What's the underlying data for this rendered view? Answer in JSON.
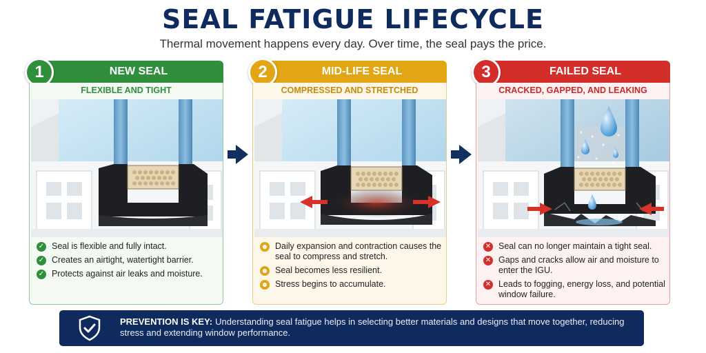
{
  "title": "SEAL FATIGUE LIFECYCLE",
  "subtitle": "Thermal movement happens every day. Over time, the seal pays the price.",
  "stages": [
    {
      "number": "1",
      "name": "NEW SEAL",
      "caption": "FLEXIBLE AND TIGHT",
      "color": "#2f8f3a",
      "bullets": [
        "Seal is flexible and fully intact.",
        "Creates an airtight, watertight barrier.",
        "Protects against air leaks and moisture."
      ]
    },
    {
      "number": "2",
      "name": "MID-LIFE SEAL",
      "caption": "COMPRESSED AND STRETCHED",
      "color": "#e2a513",
      "bullets": [
        "Daily expansion and contraction causes the seal to compress and stretch.",
        "Seal becomes less resilient.",
        "Stress begins to accumulate."
      ]
    },
    {
      "number": "3",
      "name": "FAILED SEAL",
      "caption": "CRACKED, GAPPED, AND LEAKING",
      "color": "#d42e2a",
      "bullets": [
        "Seal can no longer maintain a tight seal.",
        "Gaps and cracks allow air and moisture to enter the IGU.",
        "Leads to fogging, energy loss, and potential window failure."
      ]
    }
  ],
  "banner": {
    "label": "PREVENTION IS KEY:",
    "text": "Understanding seal fatigue helps in selecting better materials and designs that move together, reducing stress and extending window performance."
  },
  "icons": {
    "check": "check-icon",
    "dot": "dot-icon",
    "x": "x-icon",
    "shield": "shield-check-icon",
    "arrow": "arrow-right-icon"
  }
}
